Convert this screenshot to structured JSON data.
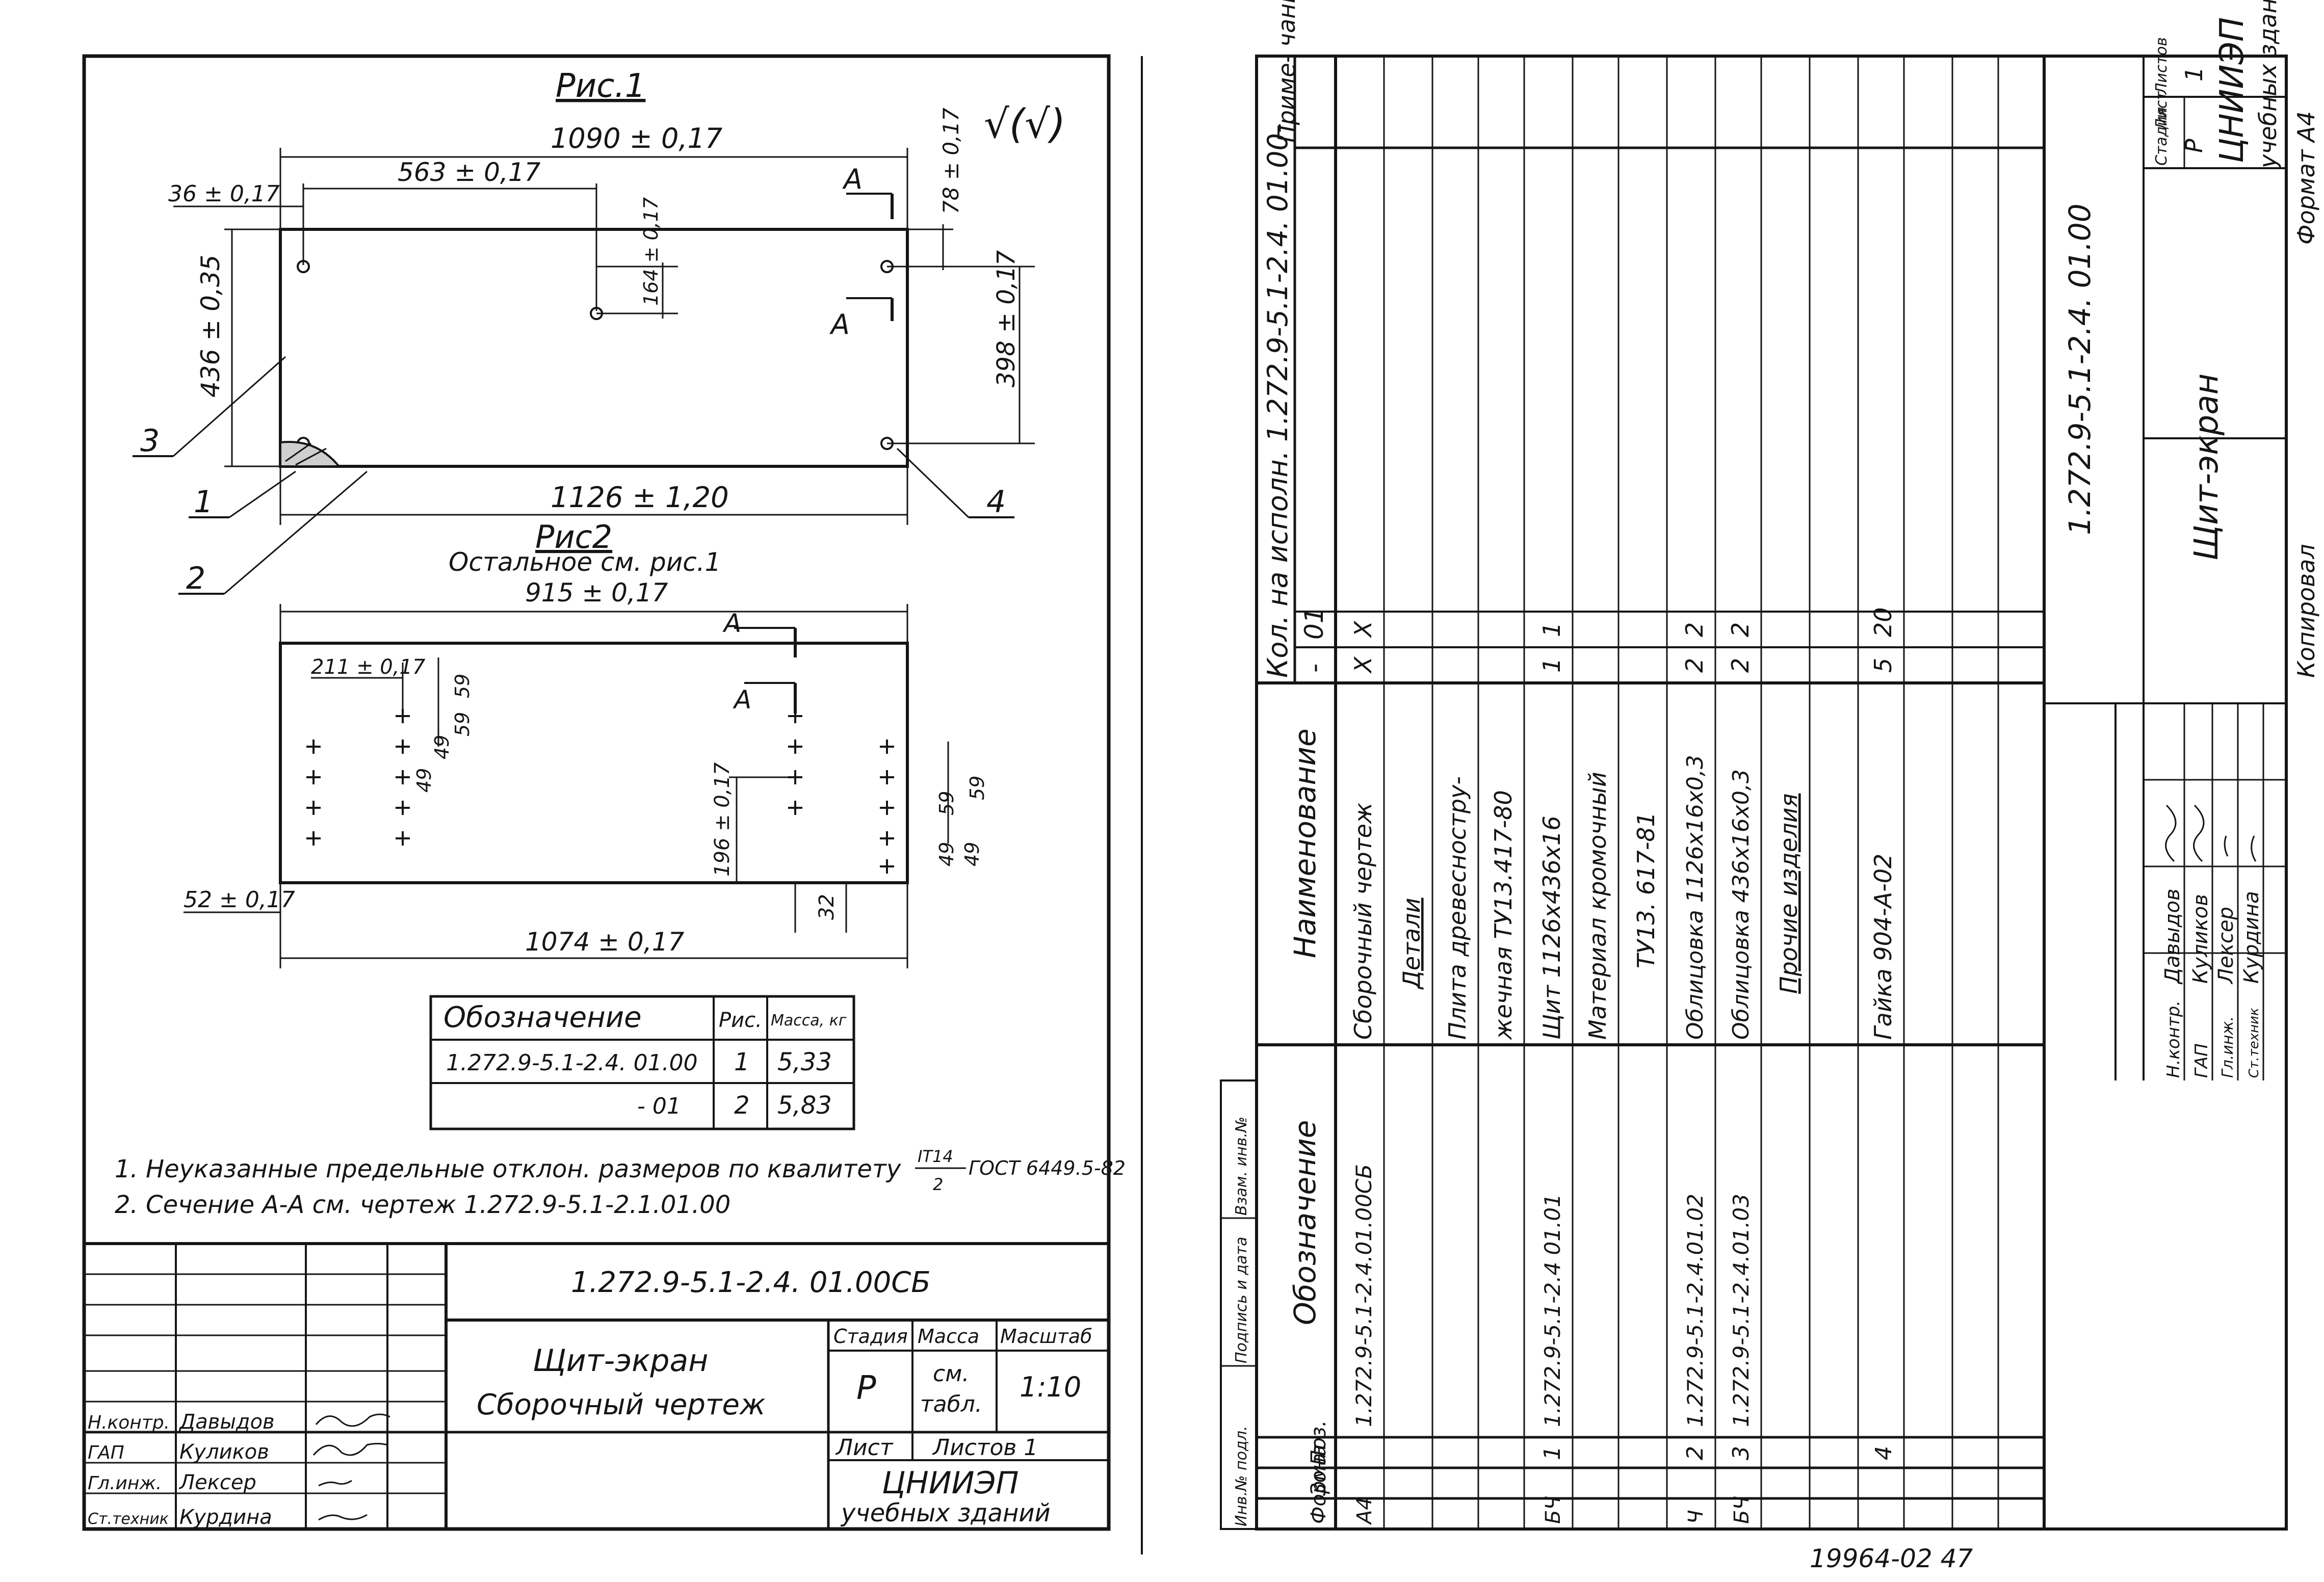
{
  "sheet1": {
    "fig1": {
      "title": "Рис.1",
      "roughness": "√(√)",
      "dim_overall_top": "1090 ± 0,17",
      "dim_hole_pos": "563 ± 0,17",
      "dim_left_offset": "36 ± 0,17",
      "dim_right_offset": "78 ± 0,17",
      "dim_hole_drop": "164 ± 0,17",
      "dim_height_left": "436 ± 0,35",
      "dim_height_right": "398 ± 0,17",
      "dim_bottom": "1126 ± 1,20",
      "section_a": "А",
      "callouts": [
        "1",
        "2",
        "3",
        "4"
      ]
    },
    "fig2": {
      "title": "Рис2",
      "subtitle": "Остальное см. рис.1",
      "dim_top": "915 ± 0,17",
      "dim_211": "211 ± 0,17",
      "dim_59": "59",
      "dim_49": "49",
      "dim_196": "196 ± 0,17",
      "dim_52": "52 ± 0,17",
      "dim_32": "32",
      "dim_bottom": "1074 ± 0,17",
      "section_a": "А"
    },
    "table": {
      "headers": [
        "Обозначение",
        "Рис.",
        "Масса, кг"
      ],
      "rows": [
        [
          "1.272.9-5.1-2.4. 01.00",
          "1",
          "5,33"
        ],
        [
          "- 01",
          "2",
          "5,83"
        ]
      ]
    },
    "notes": [
      "1. Неуказанные предельные отклон. размеров по квалитету",
      "2. Сечение А-А см. чертеж  1.272.9-5.1-2.1.01.00"
    ],
    "note_fraction_num": "IT14",
    "note_fraction_den": "2",
    "note_gost": "ГОСТ 6449.5-82",
    "title_block": {
      "code": "1.272.9-5.1-2.4. 01.00СБ",
      "name_line1": "Щит-экран",
      "name_line2": "Сборочный чертеж",
      "stage_h": "Стадия",
      "mass_h": "Масса",
      "scale_h": "Масштаб",
      "stage": "Р",
      "mass_line1": "см.",
      "mass_line2": "табл.",
      "scale": "1:10",
      "sheet_h": "Лист",
      "sheets_h": "Листов 1",
      "org_line1": "ЦНИИЭП",
      "org_line2": "учебных зданий",
      "signers": [
        {
          "role": "Н.контр.",
          "name": "Давыдов"
        },
        {
          "role": "ГАП",
          "name": "Куликов"
        },
        {
          "role": "Гл.инж.",
          "name": "Лексер"
        },
        {
          "role": "Ст.техник",
          "name": "Курдина"
        }
      ]
    }
  },
  "sheet2": {
    "headers": {
      "format": "Формат",
      "zone": "Зона",
      "pos": "Поз.",
      "designation": "Обозначение",
      "name": "Наименование",
      "qty": "Кол. на исполн. 1.272.9-5.1-2.4. 01.00-",
      "qty_dash": "-",
      "qty_01": "01",
      "note": "Приме- чание"
    },
    "rows": [
      {
        "format": "А4",
        "pos": "",
        "designation": "1.272.9-5.1-2.4.01.00СБ",
        "name": "Сборочный чертеж",
        "q1": "Х",
        "q2": "Х"
      },
      {
        "format": "",
        "pos": "",
        "designation": "",
        "name": "Детали",
        "q1": "",
        "q2": ""
      },
      {
        "format": "",
        "pos": "",
        "designation": "",
        "name": "Плита древесностру-",
        "q1": "",
        "q2": ""
      },
      {
        "format": "",
        "pos": "",
        "designation": "",
        "name": "жечная ТУ13.417-80",
        "q1": "",
        "q2": ""
      },
      {
        "format": "БЧ",
        "pos": "1",
        "designation": "1.272.9-5.1-2.4 01.01",
        "name": "Щит  1126х436х16",
        "q1": "1",
        "q2": "1"
      },
      {
        "format": "",
        "pos": "",
        "designation": "",
        "name": "Материал кромочный",
        "q1": "",
        "q2": ""
      },
      {
        "format": "",
        "pos": "",
        "designation": "",
        "name": "ТУ13. 617-81",
        "q1": "",
        "q2": ""
      },
      {
        "format": "Ч",
        "pos": "2",
        "designation": "1.272.9-5.1-2.4.01.02",
        "name": "Облицовка 1126х16х0,3",
        "q1": "2",
        "q2": "2"
      },
      {
        "format": "БЧ",
        "pos": "3",
        "designation": "1.272.9-5.1-2.4.01.03",
        "name": "Облицовка 436х16х0,3",
        "q1": "2",
        "q2": "2"
      },
      {
        "format": "",
        "pos": "",
        "designation": "",
        "name": "Прочие изделия",
        "q1": "",
        "q2": ""
      },
      {
        "format": "",
        "pos": "",
        "designation": "",
        "name": "",
        "q1": "",
        "q2": ""
      },
      {
        "format": "",
        "pos": "4",
        "designation": "",
        "name": "Гайка  904-А-02",
        "q1": "5",
        "q2": "20"
      },
      {
        "format": "",
        "pos": "",
        "designation": "",
        "name": "",
        "q1": "",
        "q2": ""
      },
      {
        "format": "",
        "pos": "",
        "designation": "",
        "name": "",
        "q1": "",
        "q2": ""
      },
      {
        "format": "",
        "pos": "",
        "designation": "",
        "name": "",
        "q1": "",
        "q2": ""
      },
      {
        "format": "",
        "pos": "",
        "designation": "",
        "name": "",
        "q1": "",
        "q2": ""
      }
    ],
    "side_labels": [
      "Инв.№ подл.",
      "Подпись и дата",
      "Взам. инв.№"
    ],
    "title_block": {
      "code": "1.272.9-5.1-2.4. 01.00",
      "name": "Щит-экран",
      "stage_h": "Стадия",
      "sheet_h": "Лист",
      "sheets_h": "Листов",
      "stage": "Р",
      "sheets": "1",
      "org_line1": "ЦНИИЭП",
      "org_line2": "учебных зданий",
      "copied": "Копировал",
      "format": "Формат А4",
      "signers": [
        {
          "role": "Н.контр.",
          "name": "Давыдов"
        },
        {
          "role": "ГАП",
          "name": "Куликов"
        },
        {
          "role": "Гл.инж.",
          "name": "Лексер"
        },
        {
          "role": "Ст.техник",
          "name": "Курдина"
        }
      ]
    },
    "archive_number": "19964-02   47"
  }
}
